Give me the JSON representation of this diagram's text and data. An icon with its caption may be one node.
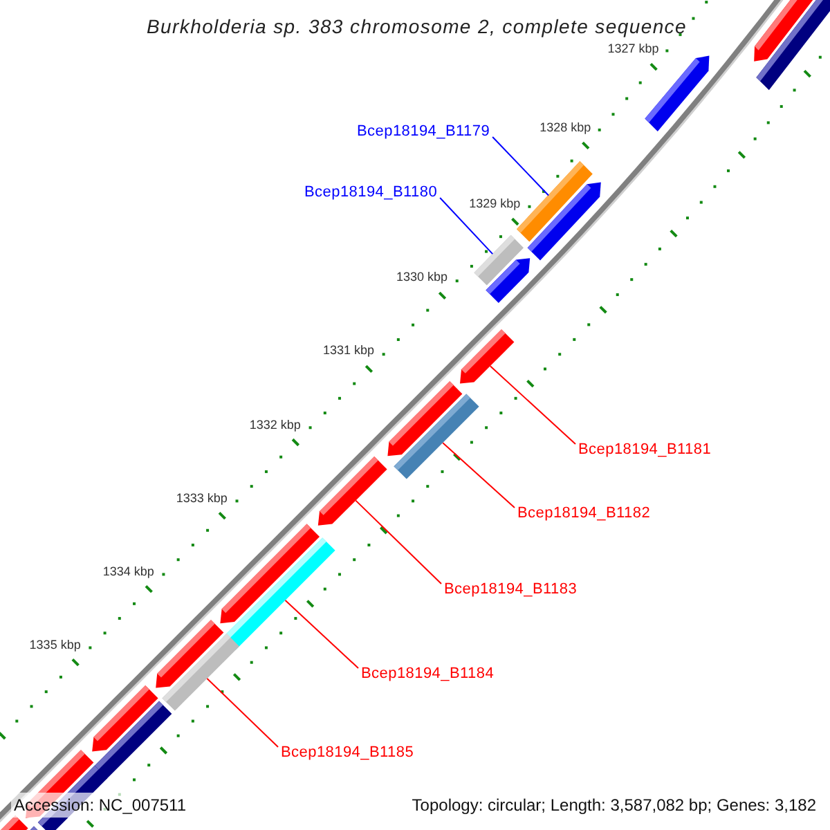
{
  "diagram": {
    "title": "Burkholderia sp. 383 chromosome 2, complete sequence",
    "nodes": [
      {
        "text": [
          "Bcep18194_B1179"
        ]
      },
      {
        "text": [],
        "shape": "bar"
      },
      {
        "text": [
          "Bcep18194_B1180"
        ]
      },
      {
        "text": [],
        "shape": "bar"
      },
      {
        "text": [
          "Bcep18194_B1181"
        ]
      },
      {
        "text": [],
        "shape": "arrow"
      },
      {
        "text": [
          "Bcep18194_B1182"
        ]
      },
      {
        "text": [],
        "shape": "bar"
      },
      {
        "text": [
          "Bcep18194_B1183"
        ]
      },
      {
        "text": [],
        "shape": "arrow"
      },
      {
        "text": [
          "Bcep18194_B1184"
        ]
      },
      {
        "text": [],
        "shape": "bar"
      },
      {
        "text": [
          "Bcep18194_B1185"
        ]
      },
      {
        "text": [],
        "shape": "bar"
      },
      {
        "text": [],
        "shape": "arrow"
      },
      {
        "text": [],
        "shape": "bar"
      },
      {
        "text": [],
        "shape": "arrow"
      },
      {
        "text": [],
        "shape": "arrow"
      },
      {
        "text": [],
        "shape": "arrow"
      },
      {
        "text": [],
        "shape": "arrow"
      },
      {
        "text": [],
        "shape": "arrow"
      },
      {
        "text": [],
        "shape": "arrow"
      },
      {
        "text": [],
        "shape": "bar"
      },
      {
        "text": [],
        "shape": "arrow"
      },
      {
        "text": [],
        "shape": "bar"
      },
      {
        "text": [],
        "shape": "arrow"
      },
      {
        "text": [],
        "shape": "arrow"
      },
      {
        "text": [],
        "shape": "bar"
      }
    ],
    "edges": [
      {
        "from": 0,
        "to": 1,
        "arrow": "none",
        "color": "#0000ff"
      },
      {
        "from": 2,
        "to": 3,
        "arrow": "none",
        "color": "#0000ff"
      },
      {
        "from": 4,
        "to": 5,
        "arrow": "none"
      },
      {
        "from": 6,
        "to": 7,
        "arrow": "none"
      },
      {
        "from": 8,
        "to": 9,
        "arrow": "none"
      },
      {
        "from": 10,
        "to": 11,
        "arrow": "none"
      },
      {
        "from": 12,
        "to": 13,
        "arrow": "none"
      }
    ],
    "labels": [
      "1327 kbp",
      "1328 kbp",
      "1329 kbp",
      "1330 kbp",
      "1331 kbp",
      "1332 kbp",
      "1333 kbp",
      "1334 kbp",
      "1335 kbp",
      "Accession: NC_007511",
      "Topology: circular; Length: 3,587,082 bp; Genes: 3,182"
    ]
  }
}
